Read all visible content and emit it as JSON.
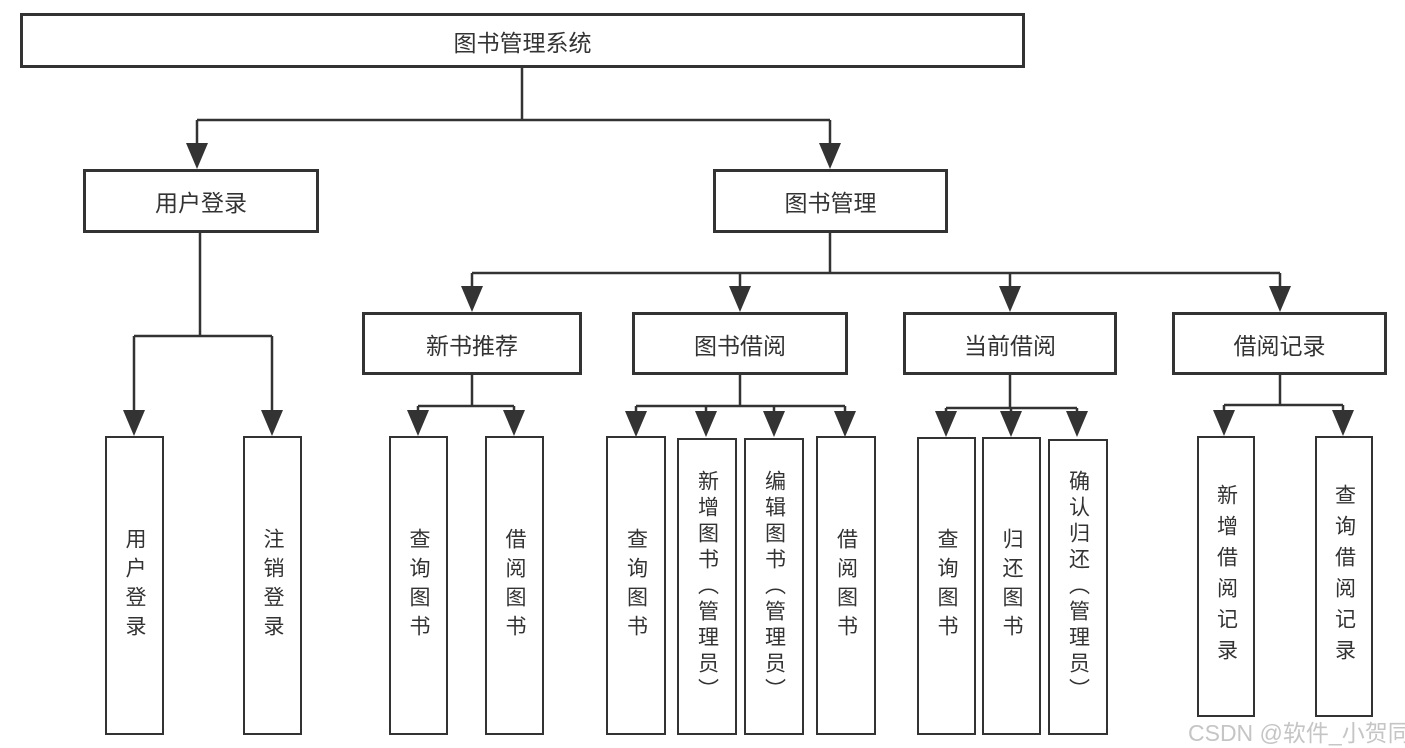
{
  "diagram": {
    "root": {
      "label": "图书管理系统"
    },
    "branches": [
      {
        "label": "用户登录",
        "children": [
          "用户登录",
          "注销登录"
        ]
      },
      {
        "label": "图书管理",
        "children": [
          {
            "label": "新书推荐",
            "children": [
              "查询图书",
              "借阅图书"
            ]
          },
          {
            "label": "图书借阅",
            "children": [
              "查询图书",
              "新增图书（管理员）",
              "编辑图书（管理员）",
              "借阅图书"
            ]
          },
          {
            "label": "当前借阅",
            "children": [
              "查询图书",
              "归还图书",
              "确认归还（管理员）"
            ]
          },
          {
            "label": "借阅记录",
            "children": [
              "新增借阅记录",
              "查询借阅记录"
            ]
          }
        ]
      }
    ]
  },
  "watermark": {
    "text": "CSDN @软件_小贺同学"
  },
  "colors": {
    "line": "#333333",
    "box_border": "#333333",
    "text": "#333333",
    "watermark": "#c5c5c5",
    "background": "#ffffff"
  }
}
